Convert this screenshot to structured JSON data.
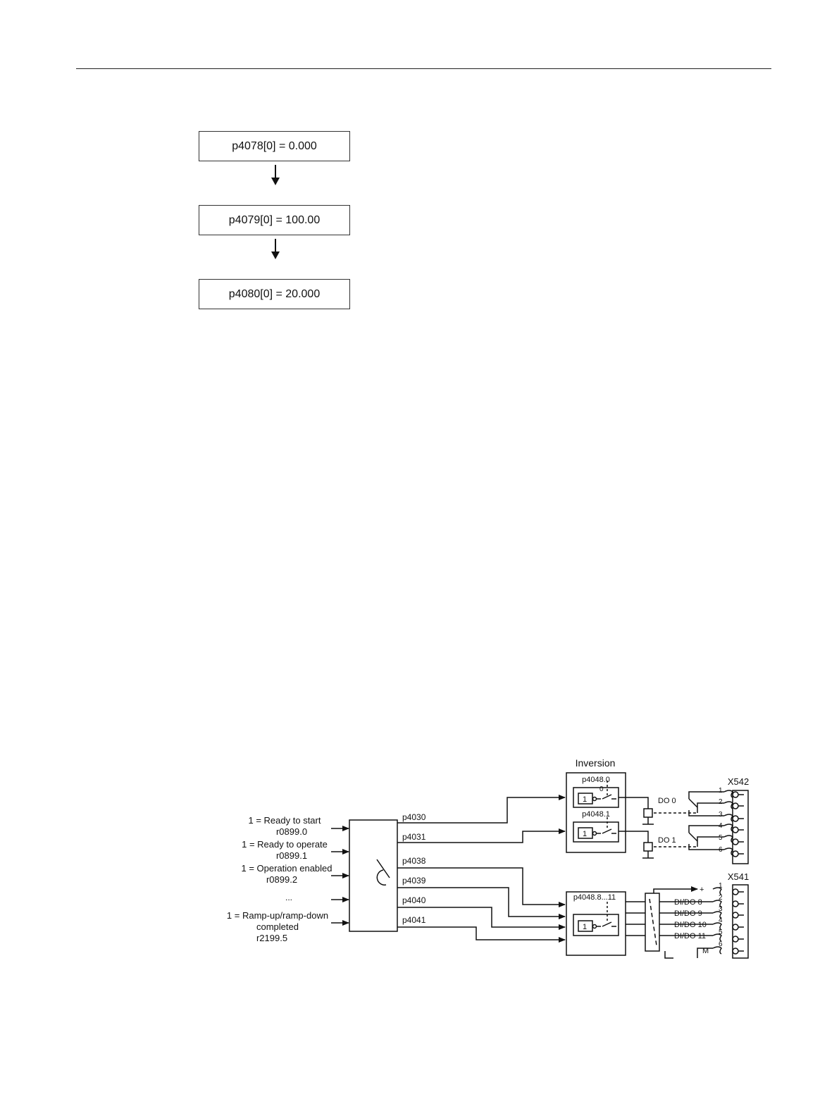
{
  "flow_steps": [
    {
      "id": "step1",
      "text": "p4078[0] = 0.000"
    },
    {
      "id": "step2",
      "text": "p4079[0] = 100.00"
    },
    {
      "id": "step3",
      "text": "p4080[0] = 20.000"
    }
  ],
  "schematic": {
    "inversion_label": "Inversion",
    "inputs": {
      "ready_to_start": "1 = Ready to start",
      "ready_to_start_param": "r0899.0",
      "ready_to_operate": "1 = Ready to operate",
      "ready_to_operate_param": "r0899.1",
      "operation_enabled": "1 = Operation enabled",
      "operation_enabled_param": "r0899.2",
      "ellipsis": "...",
      "ramp_line1": "1 = Ramp-up/ramp-down",
      "ramp_line2": "completed",
      "ramp_param": "r2199.5"
    },
    "signals": [
      "p4030",
      "p4031",
      "p4038",
      "p4039",
      "p4040",
      "p4041"
    ],
    "inv_params": {
      "p4048_0": "p4048.0",
      "p4048_1": "p4048.1",
      "p4048_8_11": "p4048.8...11",
      "zero": "0",
      "one": "1"
    },
    "outputs": {
      "do0": "DO 0",
      "do1": "DO 1",
      "dido8": "DI/DO 8",
      "dido9": "DI/DO 9",
      "dido10": "DI/DO 10",
      "dido11": "DI/DO 11",
      "plus": "+",
      "m": "M"
    },
    "connectors": {
      "x542": "X542",
      "x541": "X541",
      "pins": [
        "1",
        "2",
        "3",
        "4",
        "5",
        "6"
      ]
    }
  }
}
